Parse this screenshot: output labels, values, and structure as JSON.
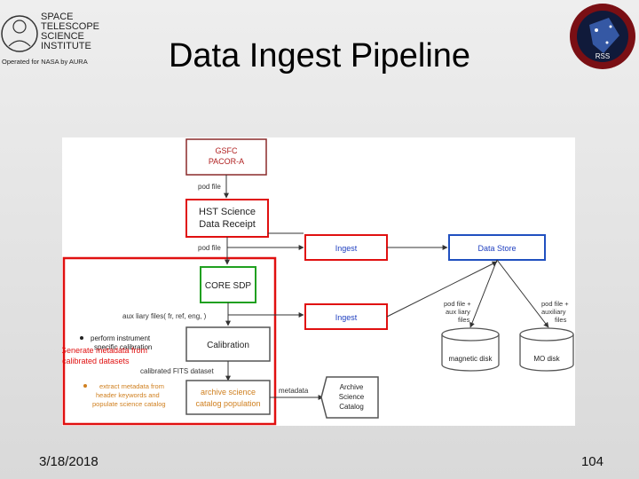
{
  "slide": {
    "title": "Data Ingest Pipeline",
    "date": "3/18/2018",
    "page": "104"
  },
  "logo_left": {
    "line1": "SPACE",
    "line2": "TELESCOPE",
    "line3": "SCIENCE",
    "line4": "INSTITUTE",
    "line5": "Operated for NASA by AURA"
  },
  "logo_right": {
    "text": "RSS"
  },
  "diagram": {
    "nodes": {
      "gsfc": [
        "GSFC",
        "PACOR-A"
      ],
      "hst": [
        "HST Science",
        "Data Receipt"
      ],
      "ingest1": "Ingest",
      "datastore": "Data Store",
      "coresdp": "CORE SDP",
      "ingest2": "Ingest",
      "calibration": "Calibration",
      "archive_pop": [
        "archive science",
        "catalog population"
      ],
      "archive_catalog": [
        "Archive",
        "Science",
        "Catalog"
      ],
      "magnetic_disk": "magnetic disk",
      "mo_disk": "MO disk"
    },
    "edge_labels": {
      "pod1": "pod file",
      "pod2": "pod file",
      "aux": "aux liary files( fr, ref, eng, )",
      "calib_fits": "calibrated FITS dataset",
      "metadata": "metadata",
      "pod_aux_left": [
        "pod file +",
        "aux liary",
        "files"
      ],
      "pod_aux_right": [
        "pod file +",
        "auxiliary",
        "files"
      ]
    },
    "bullets": {
      "b1": [
        "perform instrument",
        "specific calibration"
      ],
      "b2": [
        "extract metadata from",
        "header keywords and",
        "populate science catalog"
      ]
    },
    "annotation": [
      "Generate metadata from",
      "calibrated datasets"
    ]
  }
}
